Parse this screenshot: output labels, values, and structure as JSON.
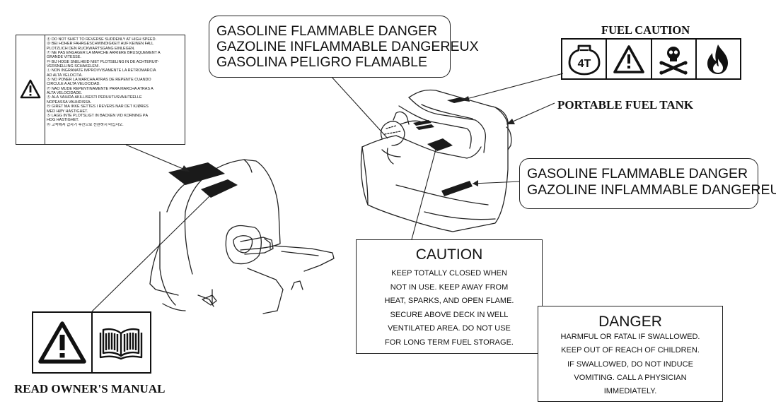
{
  "multilingual_label": {
    "lines": [
      "Ⓔ DO NOT SHIFT TO REVERSE SUDDENLY AT HIGH SPEED.",
      "Ⓓ BEI HOHER FAHRGESCHWINDIGKEIT AUF KEINEN FALL",
      "PLÖTZLICH DEN RÜCKWÄRTSGANG EINLEGEN.",
      "Ⓕ NE PAS ENGAGER LA MARCHE ARRIERE BRUSQUEMENT A",
      "GRANDE VITESSE.",
      "Ⓝ BIJ HOGE SNELHEID NIET PLOTSELING IN DE ACHTERUIT-",
      "VERSNELLING SCHAKELEN!.",
      "Ⓘ NON INGRANATE IMPROVVISAMENTE LA RETROMARCIA",
      "AD ALTA VELOCITÀ.",
      "Ⓢ NO PONER LA MARCHA ATRÁS DE REPENTE CUANDO",
      "CIRCULE A ALTA VELOCIDAD.",
      "Ⓟ NÃO MUDE REPENTINAMENTE PARA MARCHA ATRÁS A",
      "ALTA VELOCIDADE.",
      "Ⓢ ÄLÄ VAIHDA ÄKILLISESTI PERUUTUSVAIHTEELLE",
      "NOPEASSA VAUHDISSA.",
      "Ⓝ GIRET MÅ IKKE SETTES I REVERS NÅR DET KJØRES",
      "MED HØY HASTIGHET.",
      "Ⓢ LÄGG INTE PLÖTSLIGT IN BACKEN VID KÖRNING PÅ",
      "HÖG HASTIGHET.",
      "Ⓚ 고속에서 갑자기 후진으로 전환하지 마십시오."
    ]
  },
  "callout_top": {
    "lines": [
      "GASOLINE FLAMMABLE DANGER",
      "GAZOLINE INFLAMMABLE DANGEREUX",
      "GASOLINA PELIGRO FLAMABLE"
    ]
  },
  "fuel_caution": {
    "title": "FUEL CAUTION",
    "icons": [
      "4t-engine-icon",
      "warning-triangle-icon",
      "skull-crossbones-icon",
      "flammable-icon"
    ],
    "engine_text": "4T"
  },
  "portable_fuel_tank_label": "PORTABLE FUEL TANK",
  "callout_right": {
    "lines": [
      "GASOLINE FLAMMABLE DANGER",
      "GAZOLINE INFLAMMABLE DANGEREUX"
    ]
  },
  "caution_box": {
    "title": "CAUTION",
    "lines": [
      "KEEP TOTALLY CLOSED WHEN",
      "NOT IN USE. KEEP AWAY FROM",
      "HEAT, SPARKS, AND OPEN FLAME.",
      "SECURE ABOVE DECK IN WELL",
      "VENTILATED AREA. DO NOT USE",
      "FOR LONG TERM FUEL STORAGE."
    ]
  },
  "danger_box": {
    "title": "DANGER",
    "lines": [
      "HARMFUL OR FATAL IF SWALLOWED.",
      "KEEP OUT OF REACH OF CHILDREN.",
      "IF SWALLOWED, DO NOT INDUCE",
      "VOMITING. CALL A PHYSICIAN",
      "IMMEDIATELY."
    ]
  },
  "manual_label": {
    "title": "READ OWNER'S MANUAL",
    "icons": [
      "warning-triangle-icon",
      "open-book-icon"
    ]
  },
  "colors": {
    "line": "#222222",
    "label_patch": "#1a1a1a",
    "background": "#ffffff"
  }
}
